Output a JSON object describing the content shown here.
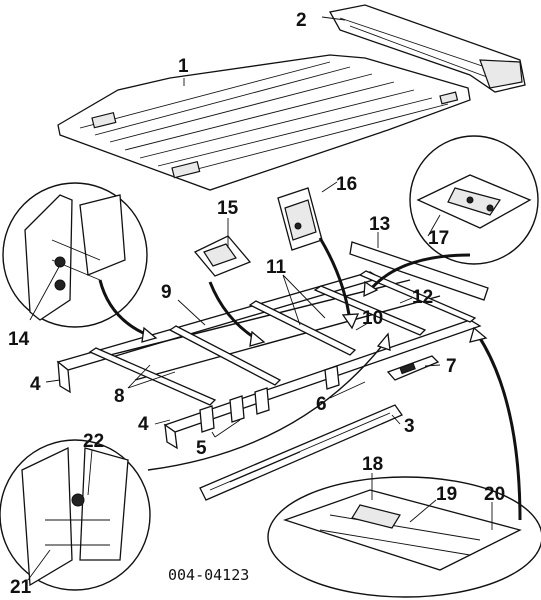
{
  "diagram": {
    "callouts": [
      {
        "id": "c1",
        "label": "1"
      },
      {
        "id": "c2",
        "label": "2"
      },
      {
        "id": "c3",
        "label": "3"
      },
      {
        "id": "c4a",
        "label": "4"
      },
      {
        "id": "c4b",
        "label": "4"
      },
      {
        "id": "c5",
        "label": "5"
      },
      {
        "id": "c6",
        "label": "6"
      },
      {
        "id": "c7",
        "label": "7"
      },
      {
        "id": "c8",
        "label": "8"
      },
      {
        "id": "c9",
        "label": "9"
      },
      {
        "id": "c10",
        "label": "10"
      },
      {
        "id": "c11",
        "label": "11"
      },
      {
        "id": "c12",
        "label": "12"
      },
      {
        "id": "c13",
        "label": "13"
      },
      {
        "id": "c14",
        "label": "14"
      },
      {
        "id": "c15",
        "label": "15"
      },
      {
        "id": "c16",
        "label": "16"
      },
      {
        "id": "c17",
        "label": "17"
      },
      {
        "id": "c18",
        "label": "18"
      },
      {
        "id": "c19",
        "label": "19"
      },
      {
        "id": "c20",
        "label": "20"
      },
      {
        "id": "c21",
        "label": "21"
      },
      {
        "id": "c22",
        "label": "22"
      }
    ],
    "part_number": "004-04123"
  }
}
